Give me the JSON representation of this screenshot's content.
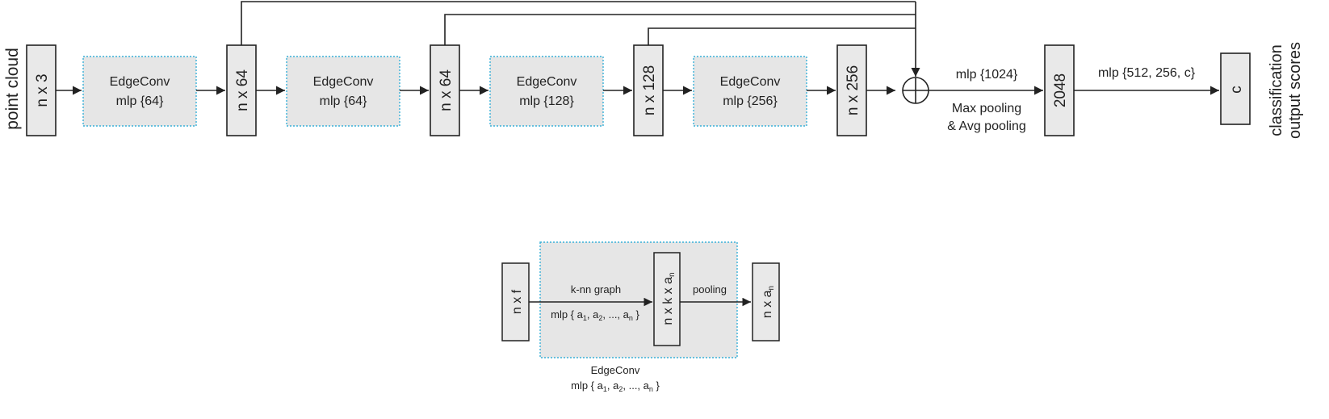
{
  "top": {
    "input_label": "point cloud",
    "input_tensor": "n x 3",
    "edgeconv_blocks": [
      {
        "title": "EdgeConv",
        "mlp": "mlp {64}"
      },
      {
        "title": "EdgeConv",
        "mlp": "mlp {64}"
      },
      {
        "title": "EdgeConv",
        "mlp": "mlp {128}"
      },
      {
        "title": "EdgeConv",
        "mlp": "mlp {256}"
      }
    ],
    "feature_tensors": [
      "n x 64",
      "n x 64",
      "n x 128",
      "n x 256"
    ],
    "concat_symbol": "⊕",
    "pool_mlp": "mlp {1024}",
    "pool_line1": "Max pooling",
    "pool_line2": "& Avg pooling",
    "global_tensor": "2048",
    "classifier_mlp": "mlp {512, 256, c}",
    "output_tensor": "c",
    "output_label_line1": "classification",
    "output_label_line2": "output scores"
  },
  "detail": {
    "input_tensor": "n x f",
    "knn_label": "k-nn graph",
    "inner_mlp": {
      "prefix": "mlp { a",
      "sub1": "1",
      "sep1": ", a",
      "sub2": "2",
      "sep2": ", ..., a",
      "subn": "n",
      "suffix": " }"
    },
    "mid_tensor": {
      "text": "n x k x a",
      "sub": "n"
    },
    "pooling_label": "pooling",
    "output_tensor": {
      "text": "n x a",
      "sub": "n"
    },
    "caption_title": "EdgeConv",
    "caption_mlp": {
      "prefix": "mlp { a",
      "sub1": "1",
      "sep1": ", a",
      "sub2": "2",
      "sep2": ", ..., a",
      "subn": "n",
      "suffix": " }"
    }
  },
  "colors": {
    "block_fill": "#e6e6e6",
    "block_border": "#39b0d8",
    "tensor_fill": "#e9e9e9",
    "stroke": "#222222"
  }
}
